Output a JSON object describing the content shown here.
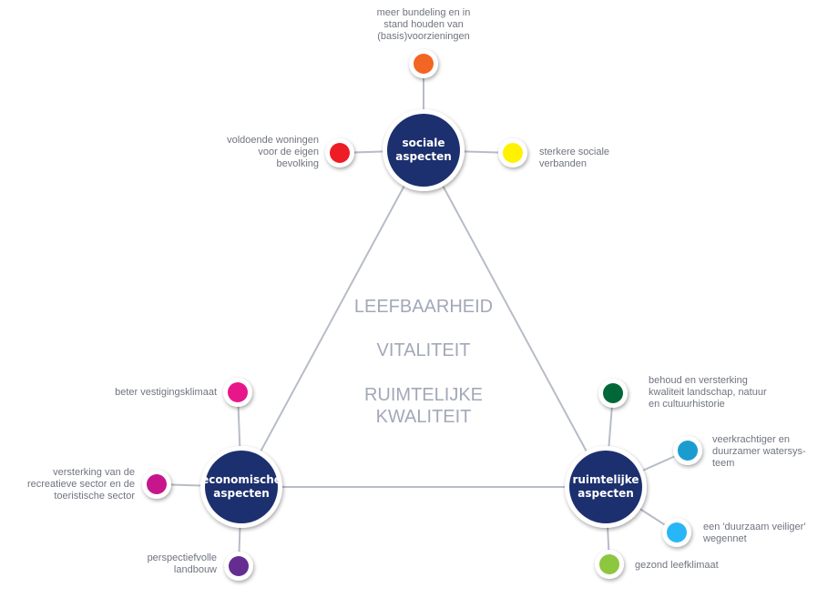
{
  "colors": {
    "hub_fill": "#1c2f6e",
    "connector": "#b7bcc6",
    "core_text": "#a3a8b8",
    "label_text": "#707480"
  },
  "core": {
    "line1": "LEEFBAARHEID",
    "line2": "VITALITEIT",
    "line3": "RUIMTELIJKE\nKWALITEIT"
  },
  "hubs": {
    "social": "sociale\naspecten",
    "economic": "economische\naspecten",
    "spatial": "ruimtelijke\naspecten"
  },
  "nodes": {
    "bundeling": {
      "label": "meer bundeling en in\nstand houden van\n(basis)voorzieningen",
      "color": "#f26522"
    },
    "woningen": {
      "label": "voldoende woningen\nvoor de eigen\nbevolking",
      "color": "#ee1c25"
    },
    "verbanden": {
      "label": "sterkere sociale\nverbanden",
      "color": "#fff200"
    },
    "vestiging": {
      "label": "beter vestigingsklimaat",
      "color": "#e8168b"
    },
    "recreatie": {
      "label": "versterking van de\nrecreatieve sector en de\ntoeristische sector",
      "color": "#c7168c"
    },
    "landbouw": {
      "label": "perspectiefvolle\nlandbouw",
      "color": "#662d91"
    },
    "landschap": {
      "label": "behoud en versterking\nkwaliteit landschap, natuur\nen cultuurhistorie",
      "color": "#006838"
    },
    "water": {
      "label": "veerkrachtiger en\nduurzamer watersys-\nteem",
      "color": "#1b9ccf"
    },
    "wegennet": {
      "label": "een 'duurzaam veiliger'\nwegennet",
      "color": "#29b6f6"
    },
    "leefklimaat": {
      "label": "gezond leefklimaat",
      "color": "#8dc63f"
    }
  }
}
